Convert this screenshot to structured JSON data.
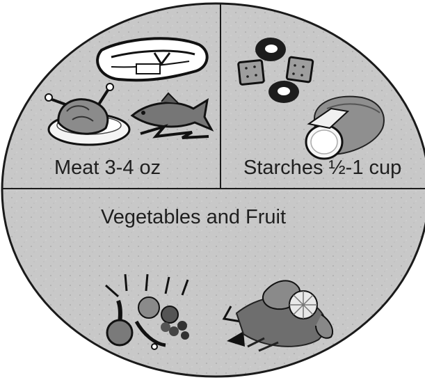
{
  "plate": {
    "sections": {
      "meat": {
        "label": "Meat 3-4 oz",
        "icons": [
          "steak-icon",
          "chicken-icon",
          "fish-icon"
        ]
      },
      "starches": {
        "label": "Starches ½-1 cup",
        "icons": [
          "cracker-icon",
          "bagel-icon",
          "bread-icon"
        ]
      },
      "vegetables": {
        "label": "Vegetables and Fruit",
        "icons": [
          "fruit-basket-icon",
          "vegetables-icon"
        ]
      }
    },
    "colors": {
      "fill": "#c9c9c9",
      "outline": "#1a1a1a",
      "text": "#1f1f1f"
    }
  }
}
